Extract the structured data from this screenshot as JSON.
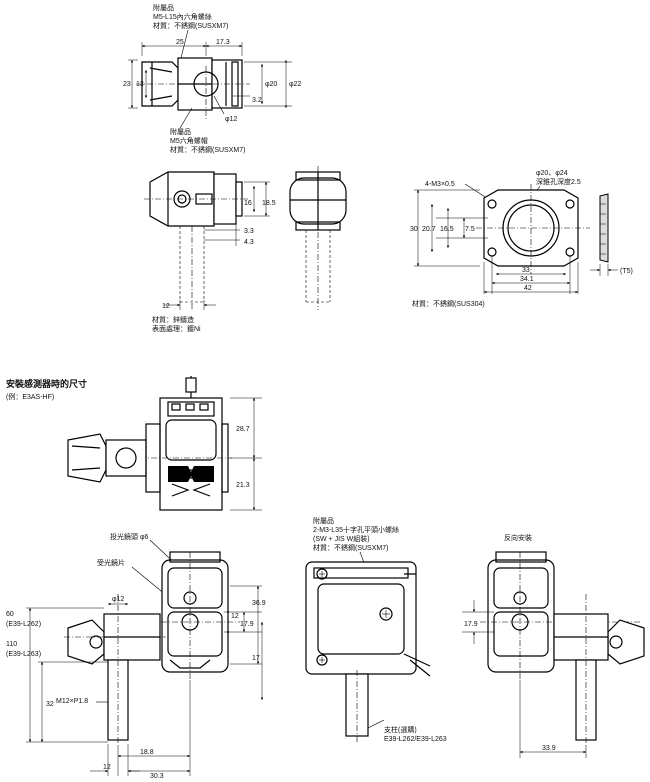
{
  "notes": {
    "accessory_hex_l15": [
      "附屬品",
      "M5-L15內六角螺絲",
      "材質：不銹鋼(SUSXM7)"
    ],
    "accessory_hex_nut": [
      "附屬品",
      "M5六角螺帽",
      "材質：不銹鋼(SUSXM7)"
    ],
    "material_zinc": [
      "材質：鋅鑄造",
      "表面處理：鍍Ni"
    ],
    "material_sus304": "材質：不銹鋼(SUS304)",
    "plate_callout_holes": "4-M3×0.5",
    "plate_callout_bore": [
      "φ20、φ24",
      "深錐孔深度2.5"
    ],
    "plate_t5": "(T5)",
    "mount_title": "安裝感測器時的尺寸",
    "mount_subtitle": "(例：E3AS-HF)",
    "emitter_label": "投光鏡頭 φ6",
    "receiver_label": "受光鏡片",
    "accessory_cross_screw": [
      "附屬品",
      "2-M3-L35十字孔平頭小螺絲",
      "(SW + JIS W組裝)",
      "材質：不銹鋼(SUSXM7)"
    ],
    "reverse_label": "反向安裝",
    "post_label": [
      "支柱(選購)",
      "E39-L262/E39-L263"
    ],
    "height_callout": [
      "60",
      "(E39-L262)",
      "110",
      "(E39-L263)"
    ],
    "thread_label": "M12×P1.8"
  },
  "dimensions": {
    "d25": "25",
    "d17_3": "17.3",
    "d23": "23",
    "d13": "13",
    "d_phi20": "φ20",
    "d_phi22": "φ22",
    "d3_2": "3.2",
    "d_phi12": "φ12",
    "d16": "16",
    "d18_5": "18.5",
    "d3_3": "3.3",
    "d4_3": "4.3",
    "d12": "12",
    "d30": "30",
    "d20_7": "20.7",
    "d16_5": "16.5",
    "d7_5": "7.5",
    "d33": "33",
    "d34_1": "34.1",
    "d42": "42",
    "d28_7": "28.7",
    "d21_3": "21.3",
    "d36_9": "36.9",
    "d17_9": "17.9",
    "d12b": "12",
    "d17": "17",
    "d_phi12b": "φ12",
    "d32": "32",
    "d18_8": "18.8",
    "d30_3": "30.3",
    "d12c": "12",
    "d17_9r": "17.9",
    "d33_9": "33.9"
  }
}
